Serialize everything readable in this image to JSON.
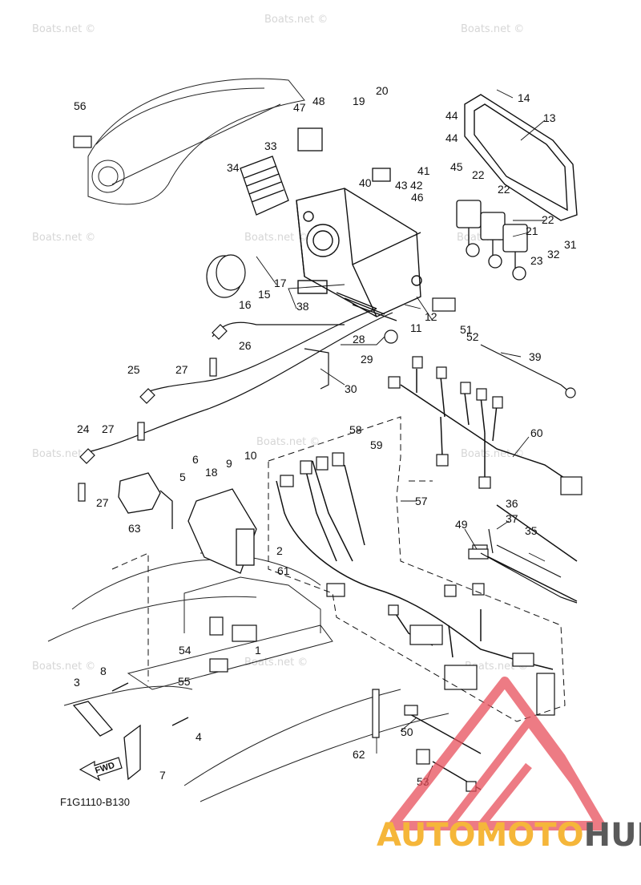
{
  "diagram": {
    "code": "F1G1110-B130",
    "watermark": "Boats.net ©",
    "fwd_label": "FWD",
    "callouts": [
      "1",
      "2",
      "3",
      "4",
      "5",
      "6",
      "7",
      "8",
      "9",
      "10",
      "11",
      "12",
      "13",
      "14",
      "15",
      "16",
      "17",
      "18",
      "19",
      "20",
      "21",
      "22",
      "22",
      "22",
      "23",
      "24",
      "25",
      "26",
      "27",
      "27",
      "27",
      "28",
      "29",
      "30",
      "31",
      "32",
      "33",
      "34",
      "35",
      "36",
      "37",
      "38",
      "39",
      "40",
      "41",
      "42",
      "43",
      "44",
      "44",
      "45",
      "46",
      "47",
      "48",
      "49",
      "50",
      "51",
      "52",
      "53",
      "54",
      "55",
      "56",
      "57",
      "58",
      "59",
      "60",
      "61",
      "62",
      "63"
    ]
  },
  "logo": {
    "part1": "AUTOMOTO",
    "part2": "HUB",
    "color1": "#f5b63a",
    "color2": "#5a5a5a",
    "mark_color": "#e8505b"
  }
}
